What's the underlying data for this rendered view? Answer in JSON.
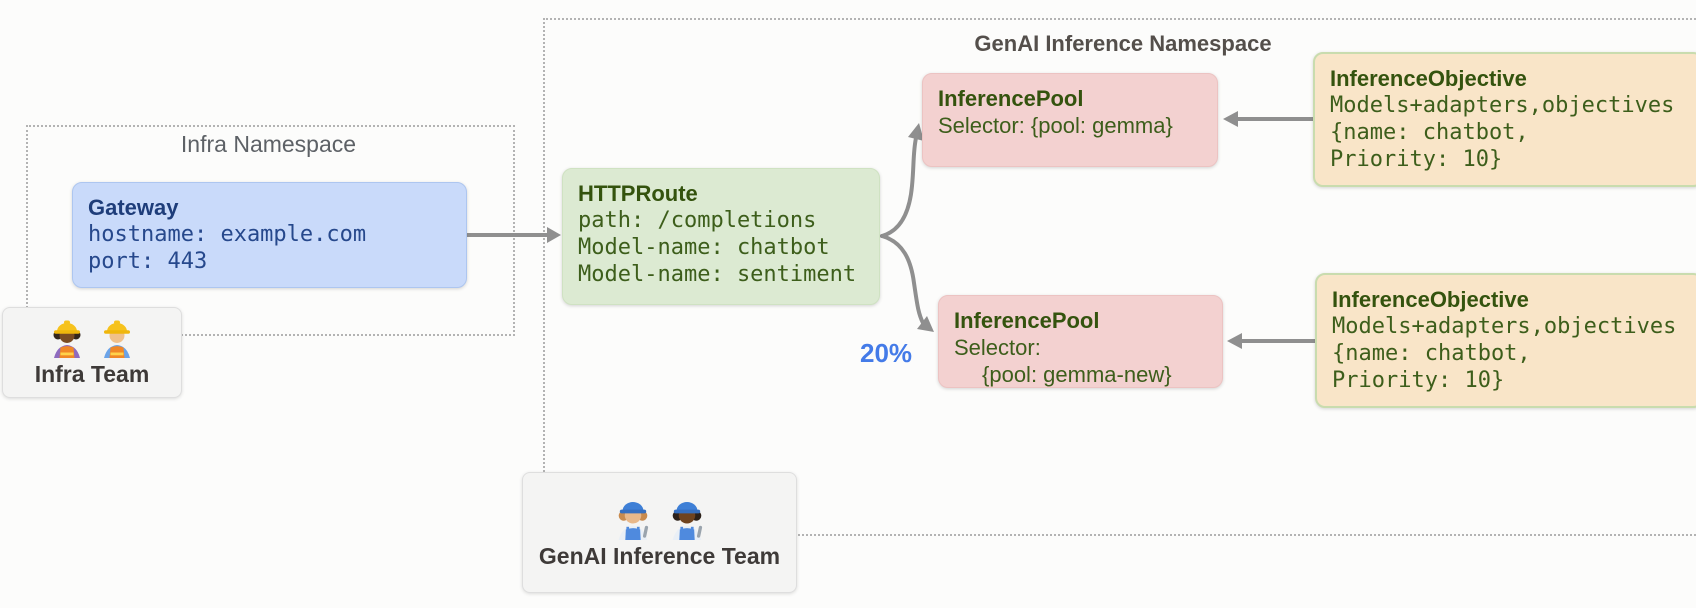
{
  "namespaces": {
    "infra": {
      "label": "Infra Namespace"
    },
    "genai": {
      "label": "GenAI Inference Namespace"
    }
  },
  "nodes": {
    "gateway": {
      "title": "Gateway",
      "lines": [
        "hostname: example.com",
        "port: 443"
      ]
    },
    "httproute": {
      "title": "HTTPRoute",
      "lines": [
        "path: /completions",
        "Model-name: chatbot",
        "Model-name: sentiment"
      ]
    },
    "inference_pool_gemma": {
      "title": "InferencePool",
      "lines": [
        "Selector: {pool: gemma}"
      ]
    },
    "inference_pool_gemma_new": {
      "title": "InferencePool",
      "lines": [
        "Selector:",
        "{pool: gemma-new}"
      ]
    },
    "inference_objective_top": {
      "title": "InferenceObjective",
      "lines": [
        "Models+adapters,objectives",
        "{name: chatbot,",
        "Priority: 10}"
      ]
    },
    "inference_objective_bottom": {
      "title": "InferenceObjective",
      "lines": [
        "Models+adapters,objectives",
        "{name: chatbot,",
        "Priority: 10}"
      ]
    }
  },
  "labels": {
    "traffic_split": "20%"
  },
  "teams": {
    "infra": {
      "label": "Infra Team",
      "icons": [
        "construction-worker-dark-icon",
        "construction-worker-light-icon"
      ]
    },
    "genai": {
      "label": "GenAI Inference Team",
      "icons": [
        "mechanic-light-icon",
        "mechanic-dark-icon"
      ]
    }
  },
  "colors": {
    "gateway_fill": "#c9dafa",
    "gateway_text": "#1e3d7a",
    "httproute_fill": "#dcead2",
    "pool_fill": "#f3d1d0",
    "objective_fill": "#f9e5c8",
    "objective_border": "#c9dcae",
    "green_text": "#3d5e1b",
    "arrow": "#8f8f8f",
    "traffic_split_blue": "#447be8",
    "namespace_border": "#b3b3b3"
  }
}
